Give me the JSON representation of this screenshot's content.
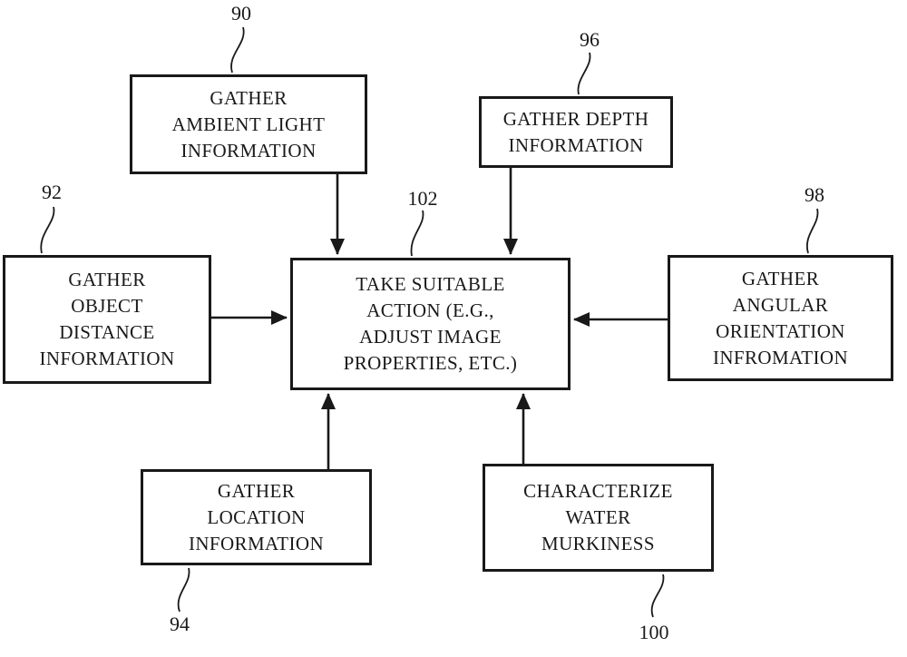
{
  "figure": {
    "type": "flow-diagram",
    "background": "#ffffff",
    "ink": "#191919"
  },
  "nodes": [
    {
      "id": "gather-ambient-light",
      "ref": "90",
      "label": "GATHER\nAMBIENT LIGHT\nINFORMATION"
    },
    {
      "id": "gather-depth",
      "ref": "96",
      "label": "GATHER DEPTH\nINFORMATION"
    },
    {
      "id": "gather-object-distance",
      "ref": "92",
      "label": "GATHER\nOBJECT\nDISTANCE\nINFORMATION"
    },
    {
      "id": "take-suitable-action",
      "ref": "102",
      "label": "TAKE SUITABLE\nACTION (E.G.,\nADJUST IMAGE\nPROPERTIES, ETC.)"
    },
    {
      "id": "gather-angular-orientation",
      "ref": "98",
      "label": "GATHER\nANGULAR\nORIENTATION\nINFROMATION"
    },
    {
      "id": "gather-location",
      "ref": "94",
      "label": "GATHER\nLOCATION\nINFORMATION"
    },
    {
      "id": "characterize-water-murkiness",
      "ref": "100",
      "label": "CHARACTERIZE\nWATER\nMURKINESS"
    }
  ],
  "edges": [
    {
      "from": "90",
      "to": "102",
      "direction": "down"
    },
    {
      "from": "96",
      "to": "102",
      "direction": "down"
    },
    {
      "from": "92",
      "to": "102",
      "direction": "right"
    },
    {
      "from": "98",
      "to": "102",
      "direction": "left"
    },
    {
      "from": "94",
      "to": "102",
      "direction": "up"
    },
    {
      "from": "100",
      "to": "102",
      "direction": "up"
    }
  ]
}
